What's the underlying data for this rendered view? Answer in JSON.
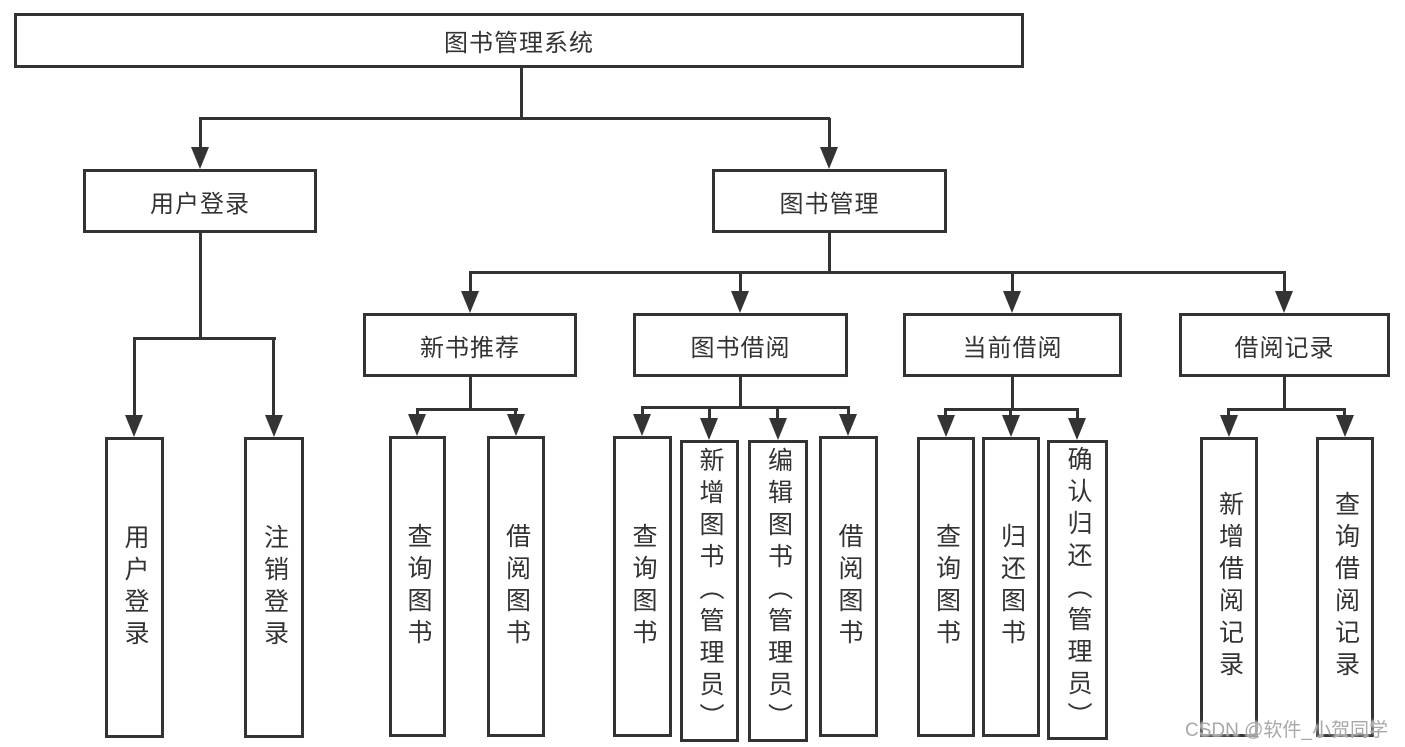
{
  "root": {
    "label": "图书管理系统"
  },
  "branches": [
    {
      "label": "用户登录",
      "children": [
        {
          "label": "用户登录"
        },
        {
          "label": "注销登录"
        }
      ]
    },
    {
      "label": "图书管理",
      "children": [
        {
          "label": "新书推荐",
          "children": [
            {
              "label": "查询图书"
            },
            {
              "label": "借阅图书"
            }
          ]
        },
        {
          "label": "图书借阅",
          "children": [
            {
              "label": "查询图书"
            },
            {
              "label": "新增图书（管理员）"
            },
            {
              "label": "编辑图书（管理员）"
            },
            {
              "label": "借阅图书"
            }
          ]
        },
        {
          "label": "当前借阅",
          "children": [
            {
              "label": "查询图书"
            },
            {
              "label": "归还图书"
            },
            {
              "label": "确认归还（管理员）"
            }
          ]
        },
        {
          "label": "借阅记录",
          "children": [
            {
              "label": "新增借阅记录"
            },
            {
              "label": "查询借阅记录"
            }
          ]
        }
      ]
    }
  ],
  "watermark": {
    "text": "CSDN @软件_小贺同学"
  },
  "colors": {
    "line": "#333333",
    "box_border": "#333333",
    "text": "#333333",
    "watermark": "#a8a8a8",
    "background": "#ffffff"
  }
}
